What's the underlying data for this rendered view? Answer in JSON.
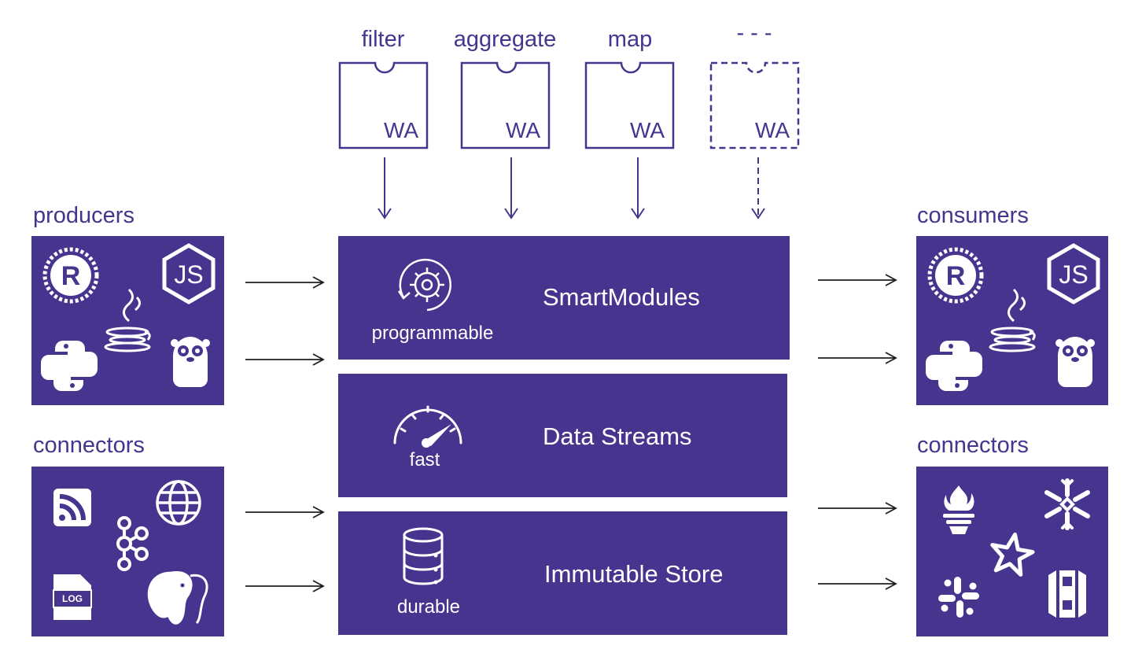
{
  "colors": {
    "primary": "#46348f",
    "on_primary": "#ffffff",
    "background": "#ffffff"
  },
  "sections": {
    "producers": {
      "title": "producers",
      "icons": [
        "rust-icon",
        "nodejs-icon",
        "java-icon",
        "python-icon",
        "go-gopher-icon"
      ]
    },
    "connectors_in": {
      "title": "connectors",
      "icons": [
        "rss-feed-icon",
        "globe-icon",
        "kafka-icon",
        "log-file-icon",
        "postgresql-elephant-icon"
      ],
      "log_badge": "LOG"
    },
    "consumers": {
      "title": "consumers",
      "icons": [
        "rust-icon",
        "nodejs-icon",
        "java-icon",
        "python-icon",
        "go-gopher-icon"
      ]
    },
    "connectors_out": {
      "title": "connectors",
      "icons": [
        "prometheus-icon",
        "snowflake-icon",
        "star-icon",
        "slack-icon",
        "aws-s3-icon"
      ]
    }
  },
  "smartmodules": [
    {
      "label": "filter",
      "badge": "WA",
      "dashed": false
    },
    {
      "label": "aggregate",
      "badge": "WA",
      "dashed": false
    },
    {
      "label": "map",
      "badge": "WA",
      "dashed": false
    },
    {
      "label": "- - -",
      "badge": "WA",
      "dashed": true
    }
  ],
  "layers": [
    {
      "title": "SmartModules",
      "caption": "programmable",
      "icon": "gear-cycle-icon"
    },
    {
      "title": "Data Streams",
      "caption": "fast",
      "icon": "speedometer-icon"
    },
    {
      "title": "Immutable Store",
      "caption": "durable",
      "icon": "database-icon"
    }
  ]
}
